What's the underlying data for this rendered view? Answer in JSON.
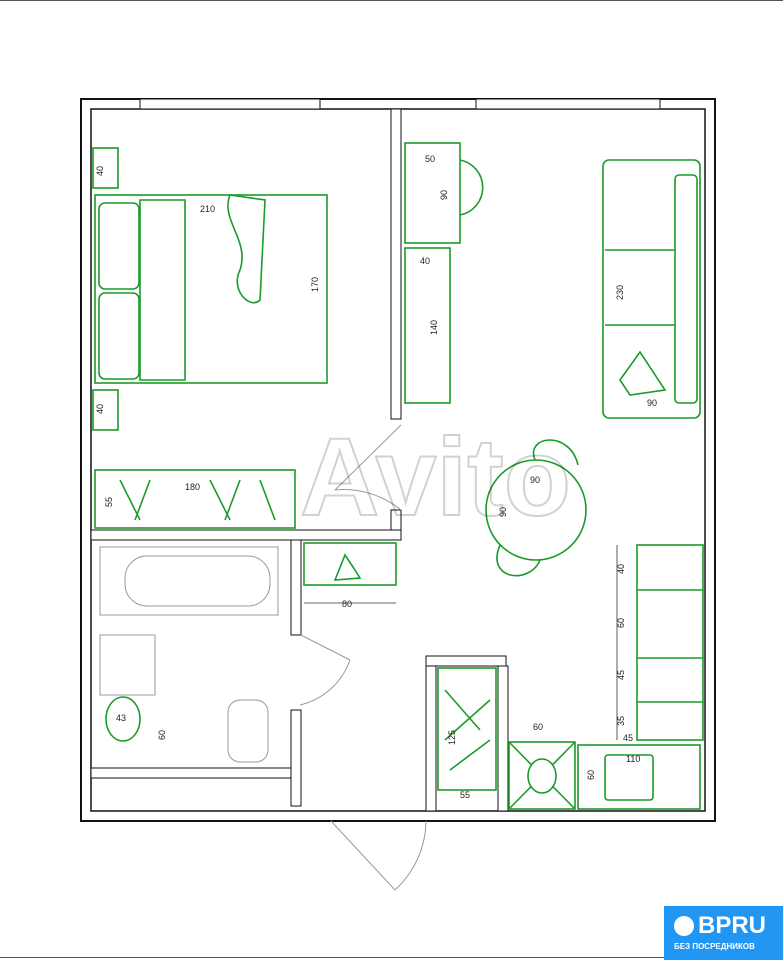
{
  "watermark": "Avito",
  "logo": {
    "title": "BPRU",
    "subtitle": "БЕЗ ПОСРЕДНИКОВ"
  },
  "colors": {
    "furniture": "#1a9b2a",
    "walls": "#111111",
    "logo_bg": "#2196f3"
  },
  "dimensions": {
    "bedroom_nightstand_top": "40",
    "bed_length": "210",
    "bed_width": "170",
    "bedroom_nightstand_bottom": "40",
    "wardrobe_depth": "55",
    "wardrobe_length": "180",
    "desk_depth": "50",
    "desk_length": "90",
    "shelf_depth": "40",
    "shelf_length": "140",
    "sofa_length": "230",
    "sofa_depth": "90",
    "table_width": "90",
    "table_depth": "90",
    "shoe_cabinet": "80",
    "sink": "43",
    "toilet_zone": "60",
    "closet_length": "125",
    "closet_depth": "55",
    "stove_width": "60",
    "kitchen_40": "40",
    "kitchen_60": "60",
    "kitchen_45": "45",
    "kitchen_35": "35",
    "kitchen_45b": "45",
    "kitchen_sink_length": "110",
    "kitchen_depth": "60"
  }
}
